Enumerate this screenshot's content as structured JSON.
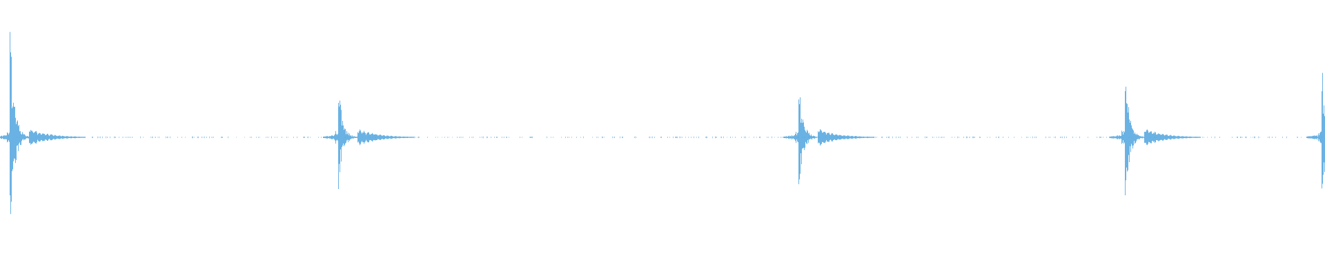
{
  "waveform": {
    "color": "#5aaae0",
    "background": "#ffffff",
    "baseline_style": "dotted-noise",
    "transients": [
      {
        "name": "transient-1",
        "peak": 0.82
      },
      {
        "name": "transient-2",
        "peak": 0.4
      },
      {
        "name": "transient-3",
        "peak": 0.42
      },
      {
        "name": "transient-4",
        "peak": 0.53
      },
      {
        "name": "transient-5",
        "peak": 0.56
      }
    ]
  }
}
